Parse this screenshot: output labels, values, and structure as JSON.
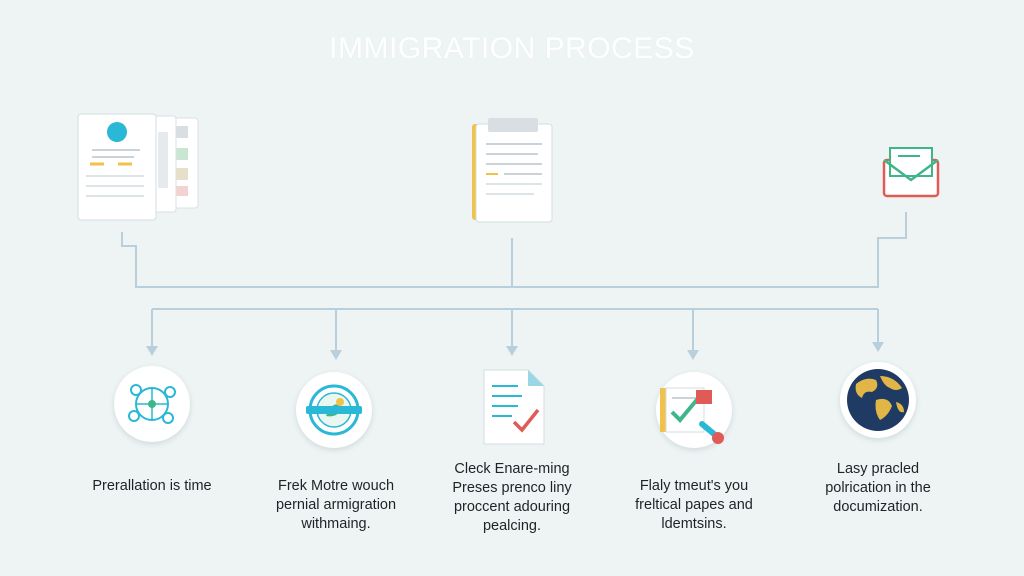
{
  "title": "IMMIGRATION PROCESS",
  "top_icons": [
    {
      "icon": "passport-application-icon"
    },
    {
      "icon": "clipboard-document-icon"
    },
    {
      "icon": "envelope-icon"
    }
  ],
  "steps": [
    {
      "icon": "globe-network-icon",
      "lines": [
        "Prerallation is time"
      ]
    },
    {
      "icon": "seal-emblem-icon",
      "lines": [
        "Frek Motre wouch",
        "pernial armigration",
        "withmaing."
      ]
    },
    {
      "icon": "checklist-document-icon",
      "lines": [
        "Cleck Enare-ming",
        "Preses prenco liny",
        "proccent adouring",
        "pealcing."
      ]
    },
    {
      "icon": "checkbox-stamp-icon",
      "lines": [
        "Flaly tmeut's you",
        "freltical papes and",
        "ldemtsins."
      ]
    },
    {
      "icon": "world-globe-icon",
      "lines": [
        "Lasy pracled",
        "polrication in the",
        "documization."
      ]
    }
  ],
  "colors": {
    "background": "#eef4f4",
    "connector": "#b9cfdb",
    "accent_cyan": "#29b8d6",
    "accent_red": "#e05a57",
    "accent_green": "#3fb58a",
    "accent_yellow": "#f0c24a",
    "globe_navy": "#1f3b63",
    "globe_gold": "#e2b547"
  }
}
